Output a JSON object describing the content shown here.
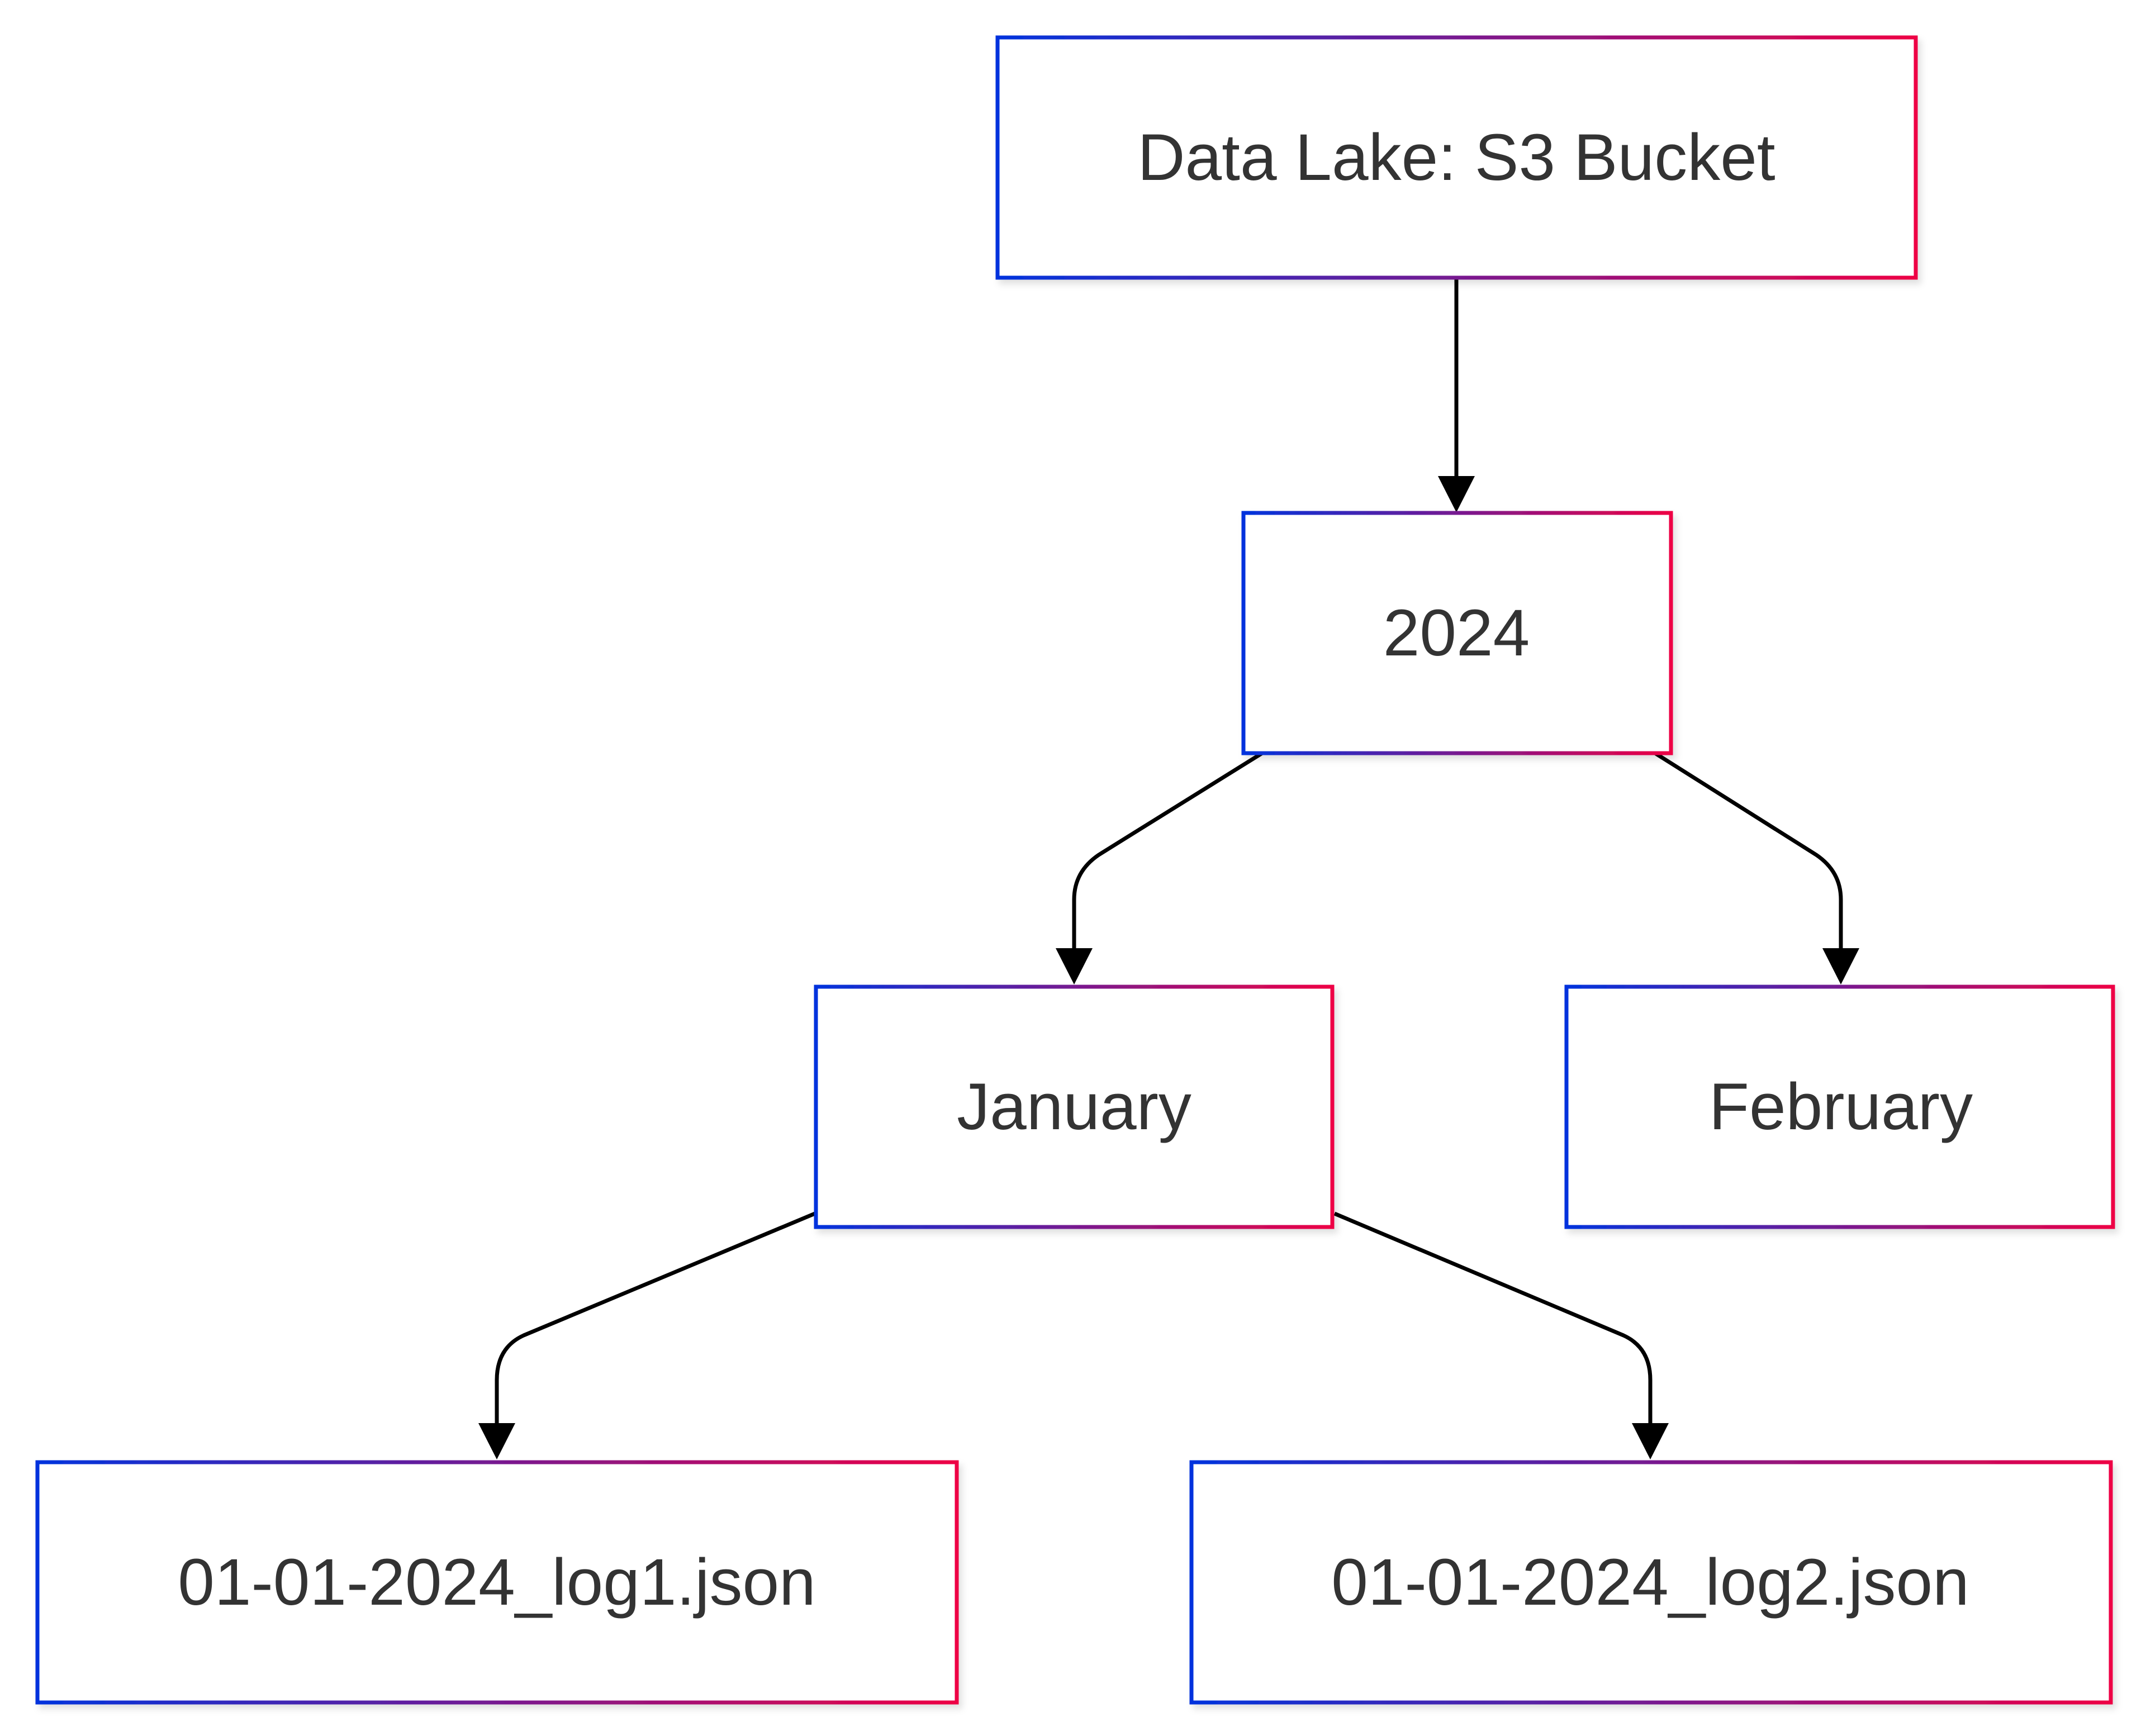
{
  "diagram": {
    "type": "tree",
    "border_gradient": [
      "#0033dd",
      "#ee0044"
    ],
    "nodes": {
      "root": {
        "label": "Data Lake: S3 Bucket"
      },
      "year": {
        "label": "2024"
      },
      "january": {
        "label": "January"
      },
      "february": {
        "label": "February"
      },
      "log1": {
        "label": "01-01-2024_log1.json"
      },
      "log2": {
        "label": "01-01-2024_log2.json"
      }
    },
    "edges": [
      {
        "from": "root",
        "to": "year"
      },
      {
        "from": "year",
        "to": "january"
      },
      {
        "from": "year",
        "to": "february"
      },
      {
        "from": "january",
        "to": "log1"
      },
      {
        "from": "january",
        "to": "log2"
      }
    ]
  }
}
